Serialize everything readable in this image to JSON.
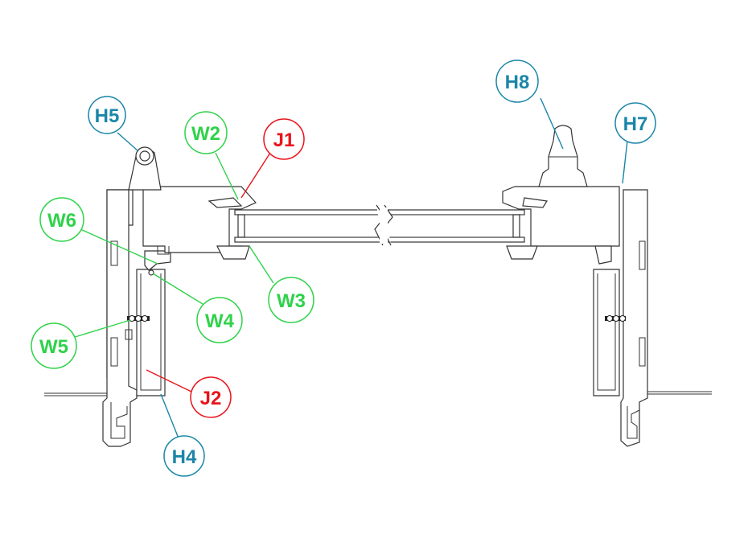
{
  "colors": {
    "blue": "#1b86a8",
    "green": "#2fd24a",
    "red": "#e8141b",
    "line": "#333333"
  },
  "callouts": {
    "h5": "H5",
    "w2": "W2",
    "j1": "J1",
    "w6": "W6",
    "w3": "W3",
    "w4": "W4",
    "w5": "W5",
    "j2": "J2",
    "h4": "H4",
    "h8": "H8",
    "h7": "H7"
  }
}
